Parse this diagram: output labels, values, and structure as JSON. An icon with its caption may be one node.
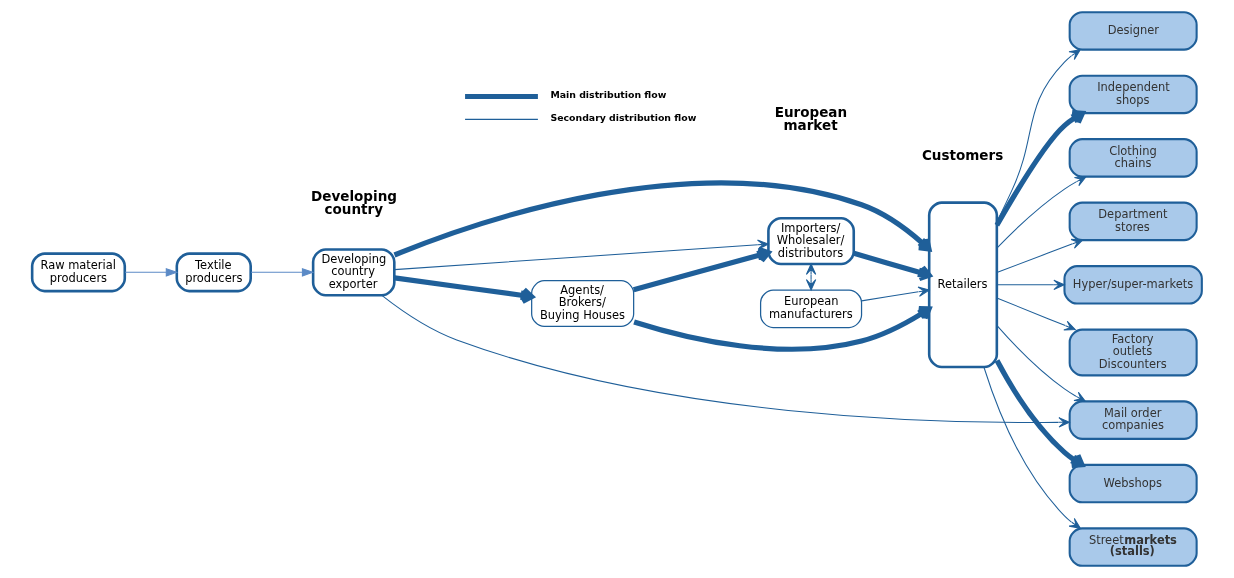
{
  "diagram": {
    "nodes": [
      {
        "text": [
          "Raw material producers"
        ]
      },
      {
        "text": [
          "Textile producers"
        ]
      },
      {
        "text": [
          "Developing country exporter"
        ]
      },
      {
        "text": [
          "Agents/ Brokers/ Buying Houses"
        ]
      },
      {
        "text": [
          "Importers/ Wholesaler/ distributors"
        ]
      },
      {
        "text": [
          "European manufacturers"
        ]
      },
      {
        "text": [
          "Retailers"
        ]
      },
      {
        "text": [
          "Designer"
        ]
      },
      {
        "text": [
          "Independent shops"
        ]
      },
      {
        "text": [
          "Clothing chains"
        ]
      },
      {
        "text": [
          "Department stores"
        ]
      },
      {
        "text": [
          "Hyper/super-markets"
        ]
      },
      {
        "text": [
          "Factory outlets Discounters"
        ]
      },
      {
        "text": [
          "Mail order companies"
        ]
      },
      {
        "text": [
          "Webshops"
        ]
      },
      {
        "text": [
          "Street**markets (stalls)**"
        ]
      }
    ],
    "edges": [
      {
        "from": 0,
        "to": 1,
        "arrow": "to",
        "color": "#5b8ac6"
      },
      {
        "from": 1,
        "to": 2,
        "arrow": "to",
        "color": "#5b8ac6"
      },
      {
        "from": 2,
        "to": 6,
        "arrow": "to",
        "style": "thick"
      },
      {
        "from": 2,
        "to": 4,
        "arrow": "to"
      },
      {
        "from": 2,
        "to": 3,
        "arrow": "to",
        "style": "thick"
      },
      {
        "from": 2,
        "to": 13,
        "arrow": "to"
      },
      {
        "from": 3,
        "to": 4,
        "arrow": "to",
        "style": "thick"
      },
      {
        "from": 3,
        "to": 6,
        "arrow": "to",
        "style": "thick"
      },
      {
        "from": 4,
        "to": 6,
        "arrow": "to",
        "style": "thick"
      },
      {
        "from": 4,
        "to": 5,
        "arrow": "both"
      },
      {
        "from": 5,
        "to": 6,
        "arrow": "to"
      },
      {
        "from": 6,
        "to": 7,
        "arrow": "to"
      },
      {
        "from": 6,
        "to": 8,
        "arrow": "to",
        "style": "thick"
      },
      {
        "from": 6,
        "to": 9,
        "arrow": "to"
      },
      {
        "from": 6,
        "to": 10,
        "arrow": "to"
      },
      {
        "from": 6,
        "to": 11,
        "arrow": "to"
      },
      {
        "from": 6,
        "to": 12,
        "arrow": "to"
      },
      {
        "from": 6,
        "to": 13,
        "arrow": "to"
      },
      {
        "from": 6,
        "to": 14,
        "arrow": "to",
        "style": "thick"
      },
      {
        "from": 6,
        "to": 15,
        "arrow": "to"
      }
    ],
    "labels": [
      "Developing country",
      "European market",
      "Customers"
    ],
    "legend": [
      {
        "text": "Main distribution flow"
      },
      {
        "text": "Secondary distribution flow"
      }
    ]
  }
}
